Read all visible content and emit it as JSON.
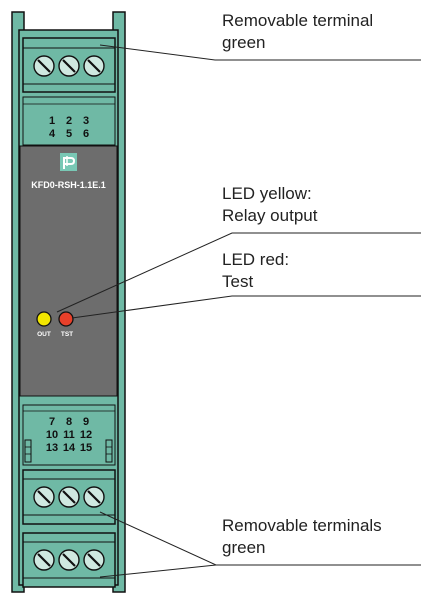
{
  "device": {
    "model": "KFD0-RSH-1.1E.1",
    "housing_color": "#6fb9a5",
    "front_color": "#6d6d6d",
    "terminal_numbers_top": [
      [
        "1",
        "2",
        "3"
      ],
      [
        "4",
        "5",
        "6"
      ]
    ],
    "terminal_numbers_bottom": [
      [
        "7",
        "8",
        "9"
      ],
      [
        "10",
        "11",
        "12"
      ],
      [
        "13",
        "14",
        "15"
      ]
    ],
    "led_out": {
      "label": "OUT",
      "color": "#f2e600"
    },
    "led_test": {
      "label": "TST",
      "color": "#e8402a"
    }
  },
  "callouts": {
    "top_terminal": {
      "line1": "Removable terminal",
      "line2": "green"
    },
    "led_yellow": {
      "line1": "LED yellow:",
      "line2": "Relay output"
    },
    "led_red": {
      "line1": "LED red:",
      "line2": "Test"
    },
    "bottom_terminals": {
      "line1": "Removable terminals",
      "line2": "green"
    }
  }
}
